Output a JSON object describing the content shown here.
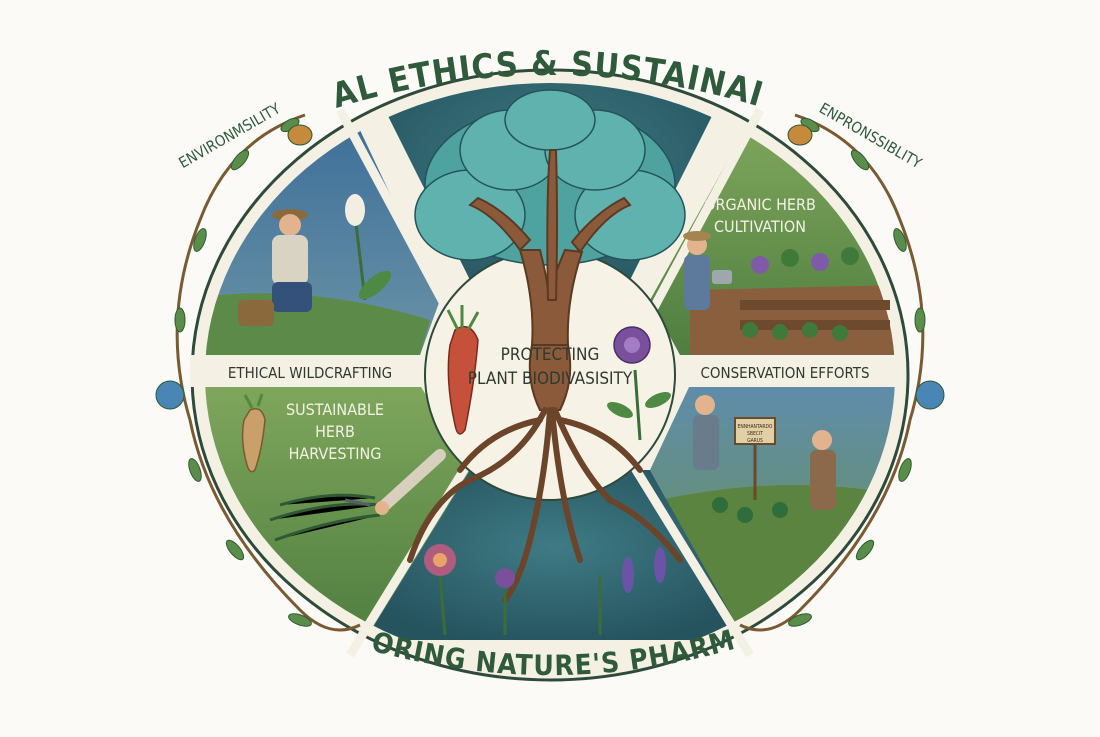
{
  "title": "HERBAL ETHICS & SUSTAINAIBLITY",
  "subtitle": "HONORING NATURE'S PHARMACY",
  "side_left": "ENVIRONMSILITY",
  "side_right": "ENPRONSSIBLITY",
  "center_label_line1": "PROTECTING",
  "center_label_line2": "PLANT BIODIVASISITY",
  "sections": {
    "wildcrafting": "ETHICAL WILDCRAFTING",
    "harvesting_line1": "SUSTAINABLE",
    "harvesting_line2": "HERB",
    "harvesting_line3": "HARVESTING",
    "cultivation_line1": "ORGANIC HERB",
    "cultivation_line2": "CULTIVATION",
    "conservation": "CONSERVATION EFFORTS"
  },
  "sign_text_line1": "ENNHANTARDO",
  "sign_text_line2": "SBECIT",
  "sign_text_line3": "GARUS",
  "colors": {
    "title_green": "#2f5a3b",
    "panel_blue": "#3f7487",
    "panel_teal": "#2f6470",
    "panel_green": "#6b9a4e",
    "cream": "#f3f0e3",
    "trunk": "#8a5a3a",
    "leaf": "#5fb2ad"
  },
  "icons": [
    "tree-icon",
    "root-icon",
    "flower-icon",
    "leaf-vine-icon",
    "basket-icon",
    "watering-can-icon",
    "shears-icon"
  ]
}
